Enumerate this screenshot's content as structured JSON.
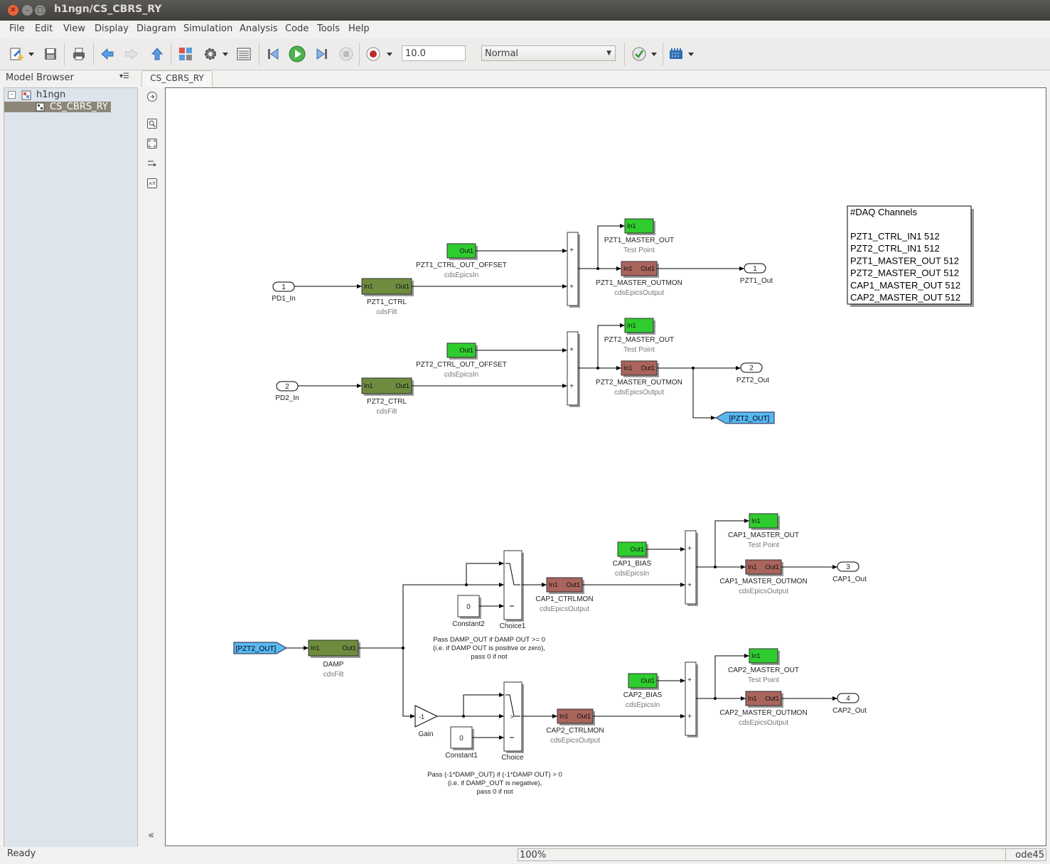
{
  "window": {
    "title": "h1ngn/CS_CBRS_RY"
  },
  "menu": [
    "File",
    "Edit",
    "View",
    "Display",
    "Diagram",
    "Simulation",
    "Analysis",
    "Code",
    "Tools",
    "Help"
  ],
  "toolbar": {
    "stop_time": "10.0",
    "sim_mode": "Normal"
  },
  "browser": {
    "title": "Model Browser",
    "tree": [
      {
        "label": "h1ngn"
      },
      {
        "label": "CS_CBRS_RY",
        "selected": true
      }
    ]
  },
  "tab": "CS_CBRS_RY",
  "diagram": {
    "ports_in": [
      {
        "num": "1",
        "name": "PD1_In"
      },
      {
        "num": "2",
        "name": "PD2_In"
      }
    ],
    "ports_out": [
      {
        "num": "1",
        "name": "PZT1_Out"
      },
      {
        "num": "2",
        "name": "PZT2_Out"
      },
      {
        "num": "3",
        "name": "CAP1_Out"
      },
      {
        "num": "4",
        "name": "CAP2_Out"
      }
    ],
    "filters": [
      {
        "name": "PZT1_CTRL",
        "type": "cdsFilt",
        "in": "In1",
        "out": "Out1"
      },
      {
        "name": "PZT2_CTRL",
        "type": "cdsFilt",
        "in": "In1",
        "out": "Out1"
      },
      {
        "name": "DAMP",
        "type": "cdsFilt",
        "in": "In1",
        "out": "Out1"
      }
    ],
    "epics_in": [
      {
        "name": "PZT1_CTRL_OUT_OFFSET",
        "type": "cdsEpicsIn",
        "port": "Out1"
      },
      {
        "name": "PZT2_CTRL_OUT_OFFSET",
        "type": "cdsEpicsIn",
        "port": "Out1"
      },
      {
        "name": "CAP1_BIAS",
        "type": "cdsEpicsIn",
        "port": "Out1"
      },
      {
        "name": "CAP2_BIAS",
        "type": "cdsEpicsIn",
        "port": "Out1"
      }
    ],
    "test_points": [
      {
        "name": "PZT1_MASTER_OUT",
        "type": "Test Point",
        "port": "In1"
      },
      {
        "name": "PZT2_MASTER_OUT",
        "type": "Test Point",
        "port": "In1"
      },
      {
        "name": "CAP1_MASTER_OUT",
        "type": "Test Point",
        "port": "In1"
      },
      {
        "name": "CAP2_MASTER_OUT",
        "type": "Test Point",
        "port": "In1"
      }
    ],
    "epics_out": [
      {
        "name": "PZT1_MASTER_OUTMON",
        "type": "cdsEpicsOutput",
        "in": "In1",
        "out": "Out1"
      },
      {
        "name": "PZT2_MASTER_OUTMON",
        "type": "cdsEpicsOutput",
        "in": "In1",
        "out": "Out1"
      },
      {
        "name": "CAP1_CTRLMON",
        "type": "cdsEpicsOutput",
        "in": "In1",
        "out": "Out1"
      },
      {
        "name": "CAP2_CTRLMON",
        "type": "cdsEpicsOutput",
        "in": "In1",
        "out": "Out1"
      },
      {
        "name": "CAP1_MASTER_OUTMON",
        "type": "cdsEpicsOutput",
        "in": "In1",
        "out": "Out1"
      },
      {
        "name": "CAP2_MASTER_OUTMON",
        "type": "cdsEpicsOutput",
        "in": "In1",
        "out": "Out1"
      }
    ],
    "goto_tag": "[PZT2_OUT]",
    "from_tag": "[PZT2_OUT]",
    "constants": [
      {
        "name": "Constant2",
        "value": "0"
      },
      {
        "name": "Constant1",
        "value": "0"
      }
    ],
    "switches": [
      {
        "name": "Choice1",
        "symbol": ""
      },
      {
        "name": "Choice",
        "symbol": ">"
      }
    ],
    "gain": {
      "name": "Gain",
      "value": "-1"
    },
    "sum_sign": "+",
    "notes": {
      "choice1": [
        "Pass DAMP_OUT if DAMP OUT >= 0",
        "(i.e. if DAMP OUT is positive or zero),",
        "pass 0 if not"
      ],
      "choice": [
        "Pass (-1*DAMP_OUT) if (-1*DAMP OUT) > 0",
        "(i.e. if DAMP_OUT is negative),",
        "pass 0 if not"
      ]
    },
    "daq": {
      "title": "#DAQ Channels",
      "lines": [
        "PZT1_CTRL_IN1 512",
        "PZT2_CTRL_IN1 512",
        "PZT1_MASTER_OUT 512",
        "PZT2_MASTER_OUT 512",
        "CAP1_MASTER_OUT 512",
        "CAP2_MASTER_OUT 512"
      ]
    }
  },
  "status": {
    "text": "Ready",
    "zoom": "100%",
    "solver": "ode45"
  },
  "colors": {
    "filter": "#6e8c3e",
    "test_point": "#2ecc2e",
    "epics_out": "#a9645c",
    "tag": "#59b8f0"
  }
}
